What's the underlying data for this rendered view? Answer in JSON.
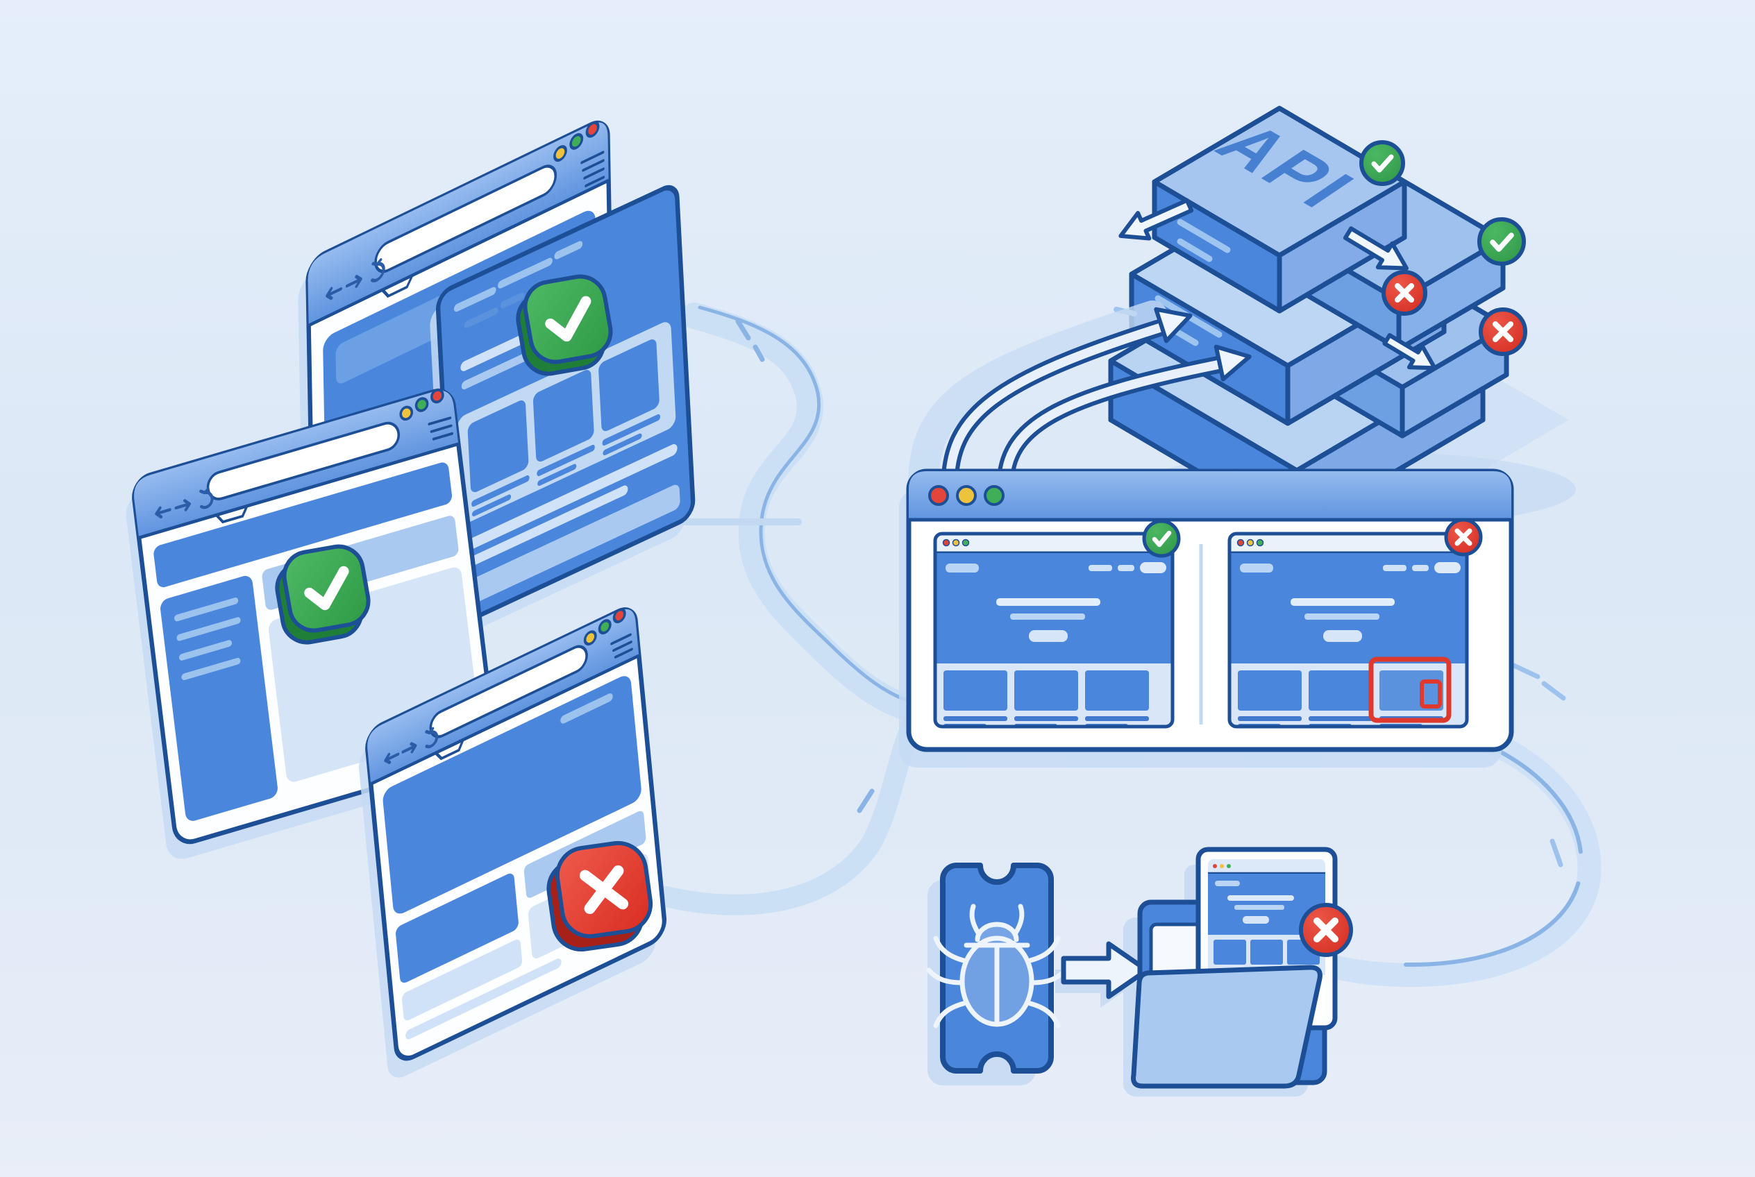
{
  "palette": {
    "background": "#dfe9f7",
    "outline": "#1d4f96",
    "blue_primary": "#4a86db",
    "blue_chrome_light": "#93b9ee",
    "blue_chrome_dark": "#5f94df",
    "blue_light": "#a9c9f0",
    "blue_pale": "#d8e6f7",
    "white": "#ffffff",
    "success_green": "#35a24e",
    "error_red": "#e1392e",
    "traffic_red": "#e4453a",
    "traffic_yellow": "#edc23c",
    "traffic_green": "#3fae57",
    "connector_band": "#cbdff5",
    "connector_line": "#8ab4e6",
    "diff_red": "#df382c"
  },
  "api_stack": {
    "label": "API",
    "levels": 3,
    "badges": [
      {
        "icon": "check-circle",
        "status": "pass"
      },
      {
        "icon": "check-circle",
        "status": "pass"
      },
      {
        "icon": "x-circle",
        "status": "fail"
      },
      {
        "icon": "x-circle",
        "status": "fail"
      }
    ],
    "arrows": [
      "out-left",
      "into-right-box",
      "down-right"
    ]
  },
  "browser_windows": [
    {
      "name": "back-browser-window",
      "traffic_lights": [
        "yellow",
        "green",
        "red"
      ],
      "nav_icons": [
        "back",
        "forward",
        "reload"
      ],
      "badge": null
    },
    {
      "name": "webpage-card",
      "badge": {
        "icon": "check-square-3d",
        "status": "pass"
      }
    },
    {
      "name": "left-browser-window",
      "traffic_lights": [
        "yellow",
        "green",
        "red"
      ],
      "nav_icons": [
        "back",
        "forward",
        "reload"
      ],
      "badge": {
        "icon": "check-square-3d",
        "status": "pass"
      }
    },
    {
      "name": "bottom-browser-window",
      "traffic_lights": [
        "yellow",
        "green",
        "red"
      ],
      "nav_icons": [
        "back",
        "forward",
        "reload"
      ],
      "badge": {
        "icon": "x-square-3d",
        "status": "fail"
      }
    }
  ],
  "comparison_window": {
    "traffic_lights": [
      "red",
      "yellow",
      "green"
    ],
    "panels": [
      {
        "name": "baseline",
        "badge": {
          "icon": "check-circle",
          "status": "pass"
        },
        "cards": 3,
        "mini_traffic_lights": [
          "red",
          "yellow",
          "green"
        ]
      },
      {
        "name": "current",
        "badge": {
          "icon": "x-circle",
          "status": "fail"
        },
        "cards": 3,
        "mini_traffic_lights": [
          "red",
          "yellow",
          "green"
        ],
        "diff_highlight": "third-card"
      }
    ]
  },
  "bug_report_flow": {
    "ticket_icon": "bug",
    "arrow_icon": "arrow-right",
    "folder": {
      "badge": {
        "icon": "x-circle",
        "status": "fail"
      },
      "contains": "failed-page-screenshot"
    }
  }
}
